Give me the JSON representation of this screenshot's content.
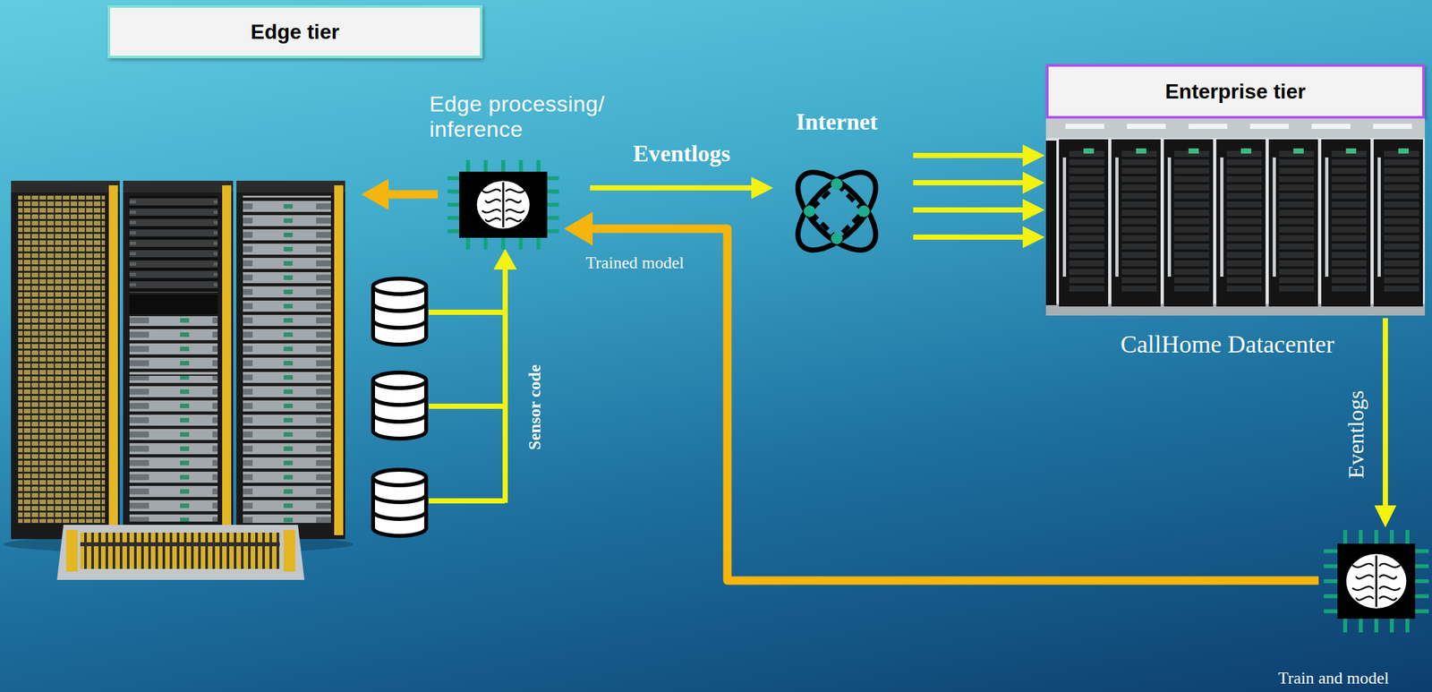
{
  "diagram": {
    "nodes": [
      {
        "text": [
          "Edge tier"
        ]
      },
      {
        "text": [
          "Edge processing/ inference"
        ]
      },
      {
        "text": [
          "Internet"
        ]
      },
      {
        "text": [
          "Enterprise tier"
        ]
      },
      {
        "text": [
          "CallHome Datacenter"
        ]
      },
      {
        "text": [
          "Train and model"
        ]
      }
    ],
    "edges": [
      {
        "from": 1,
        "to": 2,
        "label": "Eventlogs",
        "arrow": "to"
      },
      {
        "from": 2,
        "to": 4,
        "arrow": "to"
      },
      {
        "from": 2,
        "to": 4,
        "arrow": "to"
      },
      {
        "from": 2,
        "to": 4,
        "arrow": "to"
      },
      {
        "from": 2,
        "to": 4,
        "arrow": "to"
      },
      {
        "from": 4,
        "to": 5,
        "label": "Eventlogs",
        "arrow": "to"
      },
      {
        "from": 5,
        "to": 1,
        "label": "Trained model",
        "arrow": "to"
      }
    ],
    "labels": [
      "Sensor code"
    ]
  }
}
